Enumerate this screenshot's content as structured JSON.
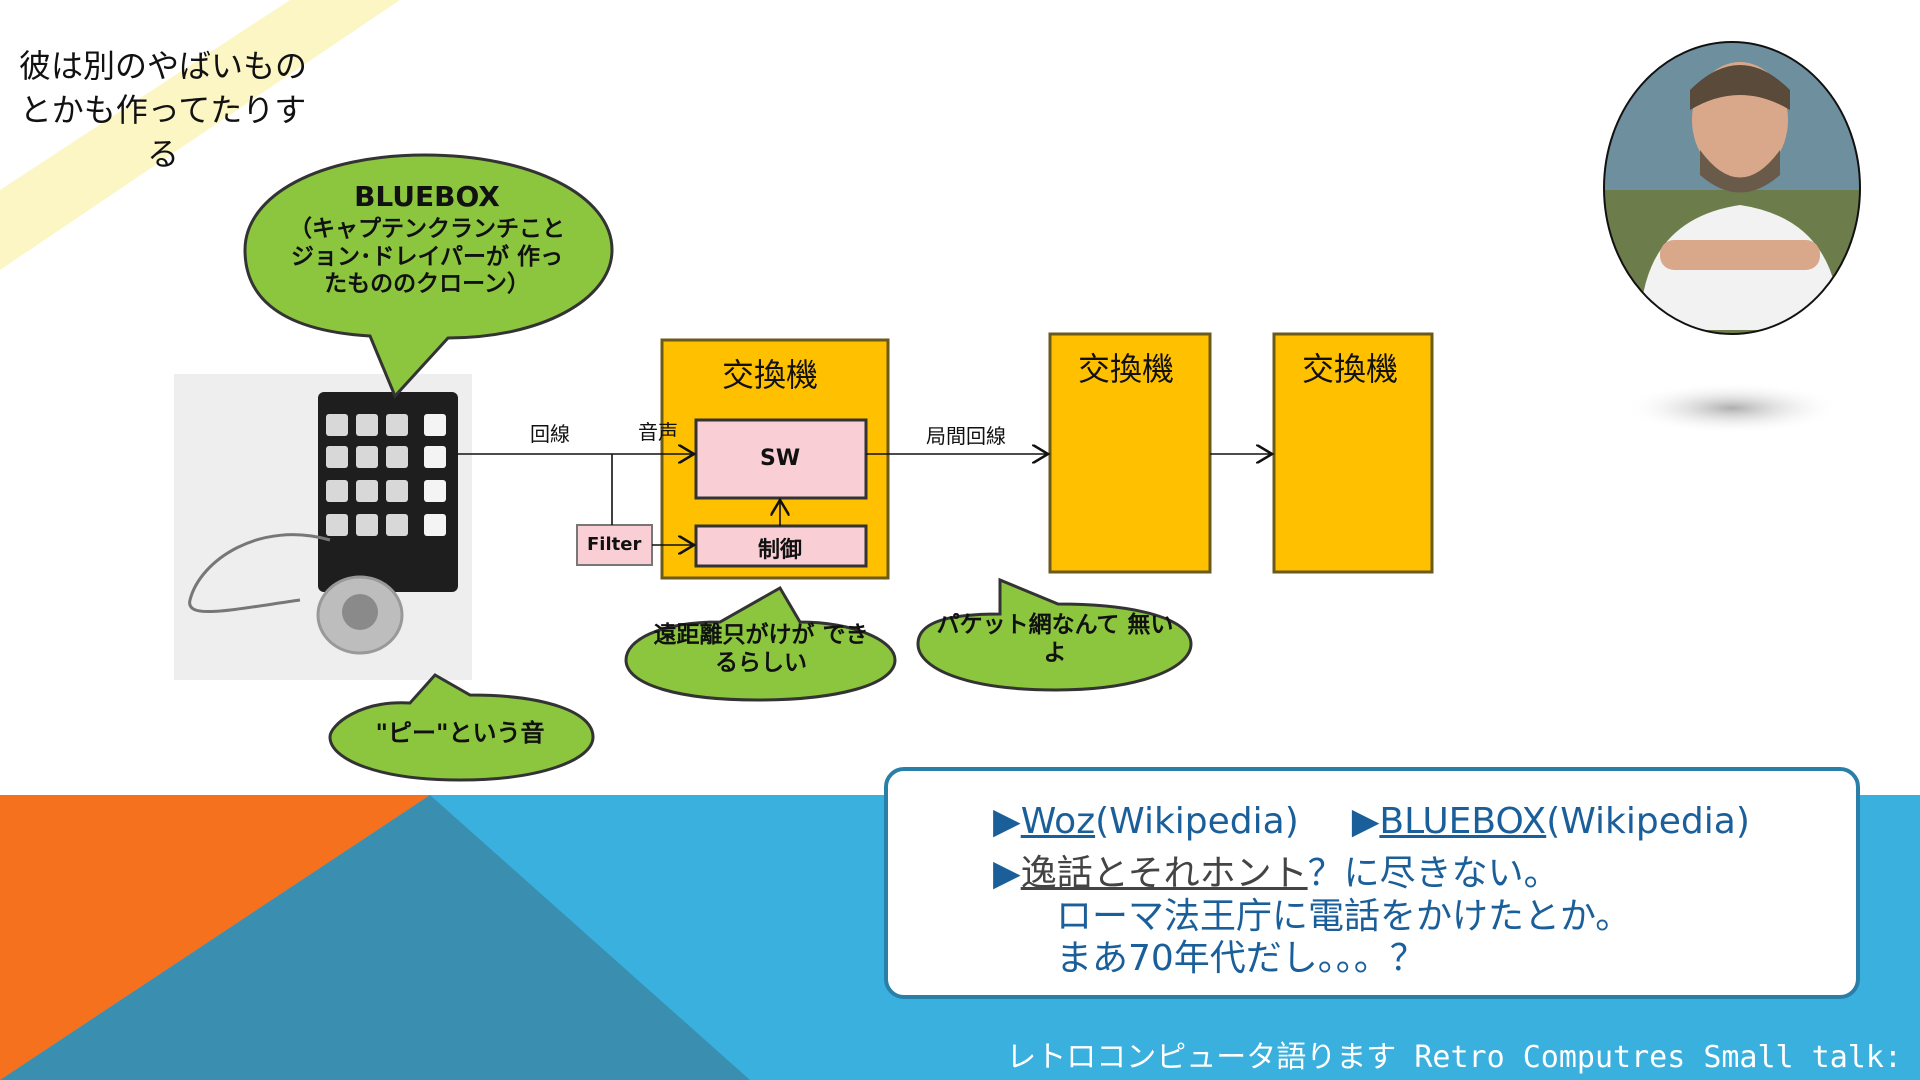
{
  "intro_text": "彼は別のやばいものとかも作ってたりする",
  "bubbles": {
    "bluebox_title": "BLUEBOX",
    "bluebox_body": "（キャプテンクランチこと ジョン･ドレイパーが 作ったもののクローン）",
    "tone": "\"ピー\"という音",
    "long_distance": "遠距離只がけが できるらしい",
    "packet": "パケット網なんて 無いよ"
  },
  "diagram": {
    "exchange_label": "交換機",
    "sw_label": "SW",
    "control_label": "制御",
    "filter_label": "Filter",
    "line_label": "回線",
    "voice_label": "音声",
    "trunk_label": "局間回線"
  },
  "links": {
    "row1": {
      "link1": "Woz",
      "link1_suffix": "(Wikipedia)",
      "link2": "BLUEBOX",
      "link2_suffix": "(Wikipedia)"
    },
    "row2": {
      "link": "逸話とそれホント",
      "suffix": "？に尽きない。"
    },
    "row3": "ローマ法王庁に電話をかけたとか。",
    "row4": "まあ70年代だし。。。？"
  },
  "footer": {
    "jp": "レトロコンピュータ語ります",
    "en": "Retro Computres Small talk:"
  },
  "colors": {
    "bubble_green": "#8cc63f",
    "exchange_orange": "#ffc000",
    "sw_pink": "#f9cfd5",
    "band_blue": "#39b0de",
    "band_orange": "#f5711e",
    "band_teal": "#3a8fb0"
  },
  "icons": {
    "triangle": "▶"
  }
}
